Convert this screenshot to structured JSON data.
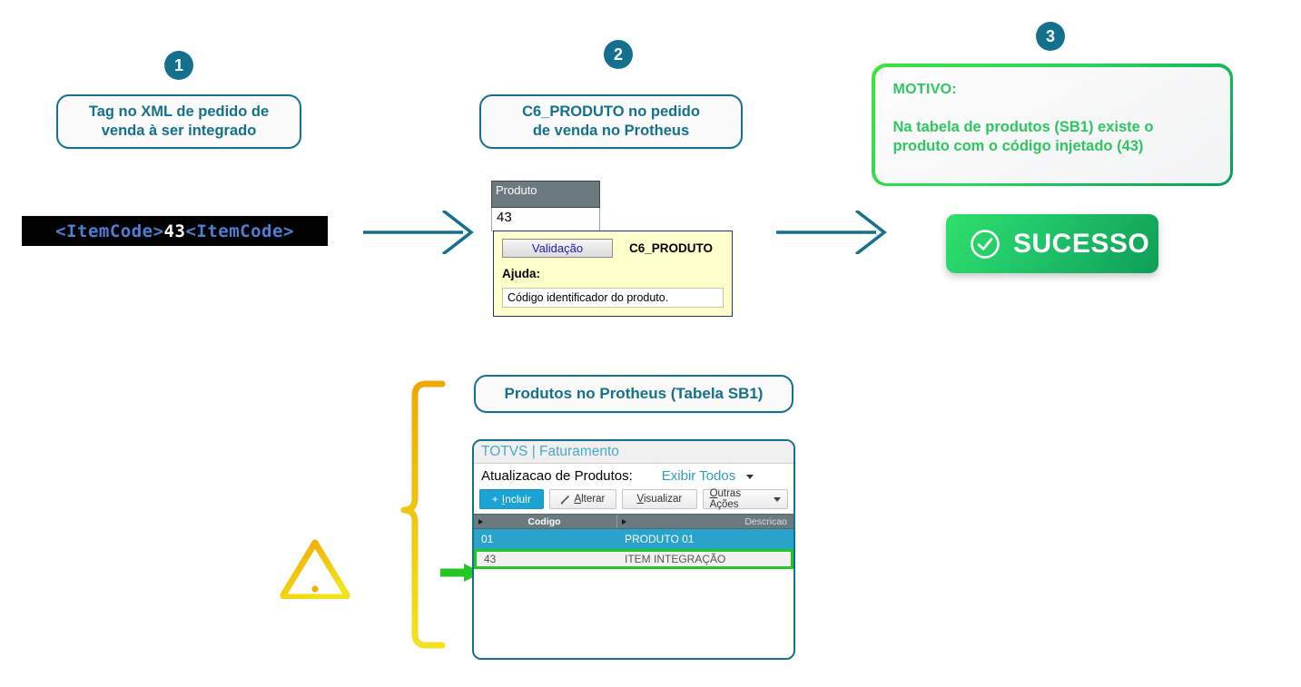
{
  "steps": [
    {
      "number": "1",
      "caption": "Tag no XML de pedido de\nvenda à ser integrado"
    },
    {
      "number": "2",
      "caption": "C6_PRODUTO no pedido\nde venda no Protheus"
    },
    {
      "number": "3",
      "caption": "MOTIVO:"
    }
  ],
  "step1": {
    "badge": "1",
    "caption_line1": "Tag no XML de pedido de",
    "caption_line2": "venda à ser integrado",
    "code": {
      "open_angle_l": "<",
      "open_tag": "ItemCode",
      "open_angle_r": ">",
      "value": "43",
      "close_angle_l": "<",
      "close_tag": "ItemCode",
      "close_angle_r": ">",
      "full": "<ItemCode>43<ItemCode>"
    }
  },
  "step2": {
    "badge": "2",
    "caption_line1": "C6_PRODUTO no pedido",
    "caption_line2": "de venda no Protheus",
    "field": {
      "header": "Produto",
      "value": "43"
    },
    "tooltip": {
      "validation_button": "Validação",
      "field_name": "C6_PRODUTO",
      "help_label": "Ajuda:",
      "help_text": "Código identificador do produto."
    }
  },
  "step3": {
    "badge": "3",
    "motivo_title": "MOTIVO:",
    "motivo_line1_a": "Na tabela de produtos ",
    "motivo_line1_b": "(SB1)",
    "motivo_line1_c": " existe o",
    "motivo_line2_a": "produto com o código injetado ",
    "motivo_line2_b": "(43)",
    "result_button": "SUCESSO",
    "result_icon": "check-circle-icon"
  },
  "lower": {
    "caption": "Produtos no Protheus (Tabela SB1)",
    "window": {
      "title": "TOTVS | Faturamento",
      "subbar_label": "Atualizacao de Produtos:",
      "subbar_link": "Exibir Todos",
      "toolbar": [
        {
          "label": "Incluir",
          "mnemonic": "I",
          "prefix": "+",
          "icon": "plus-icon",
          "primary": true
        },
        {
          "label": "Alterar",
          "mnemonic": "A",
          "prefix": "",
          "icon": "pencil-icon",
          "primary": false
        },
        {
          "label": "Visualizar",
          "mnemonic": "V",
          "prefix": "",
          "icon": "",
          "primary": false
        },
        {
          "label": "Outras Ações",
          "mnemonic": "O",
          "prefix": "",
          "icon": "caret-down-icon",
          "primary": false
        }
      ],
      "grid": {
        "columns": [
          "Codigo",
          "Descricao"
        ],
        "rows": [
          {
            "codigo": "01",
            "descricao": "PRODUTO 01",
            "state": "selected"
          },
          {
            "codigo": "43",
            "descricao": "ITEM INTEGRAÇÃO",
            "state": "highlighted"
          }
        ]
      }
    },
    "warning_icon": "warning-triangle-icon",
    "brace_icon": "curly-brace-icon",
    "pointer_icon": "green-arrow-icon"
  },
  "colors": {
    "teal": "#15708d",
    "green_bright": "#3ce63c",
    "green_dark": "#05a05a",
    "green_text": "#2dc65f",
    "yellow": "#f5b800",
    "grid_header": "#6b7a7e",
    "row_selected": "#29a3cc",
    "highlight_green": "#23c723",
    "tooltip_bg": "#ffffcc"
  }
}
